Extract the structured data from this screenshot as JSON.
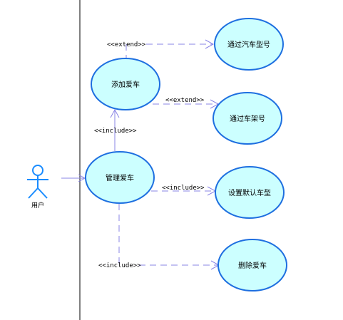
{
  "actor": {
    "name": "用户",
    "icon": "stick-figure-actor"
  },
  "use_cases": {
    "add_car": "添加爱车",
    "manage_car": "管理爱车",
    "by_model": "通过汽车型号",
    "by_frame": "通过车架号",
    "set_default": "设置默认车型",
    "delete_car": "删除爱车"
  },
  "stereotypes": {
    "extend_model": "<<extend>>",
    "extend_frame": "<<extend>>",
    "include_add": "<<include>>",
    "include_default": "<<include>>",
    "include_delete": "<<include>>"
  },
  "colors": {
    "usecase_fill": "#ccffff",
    "usecase_stroke": "#1e6fe0",
    "connector": "#8a85e6",
    "actor": "#1a8cff"
  }
}
